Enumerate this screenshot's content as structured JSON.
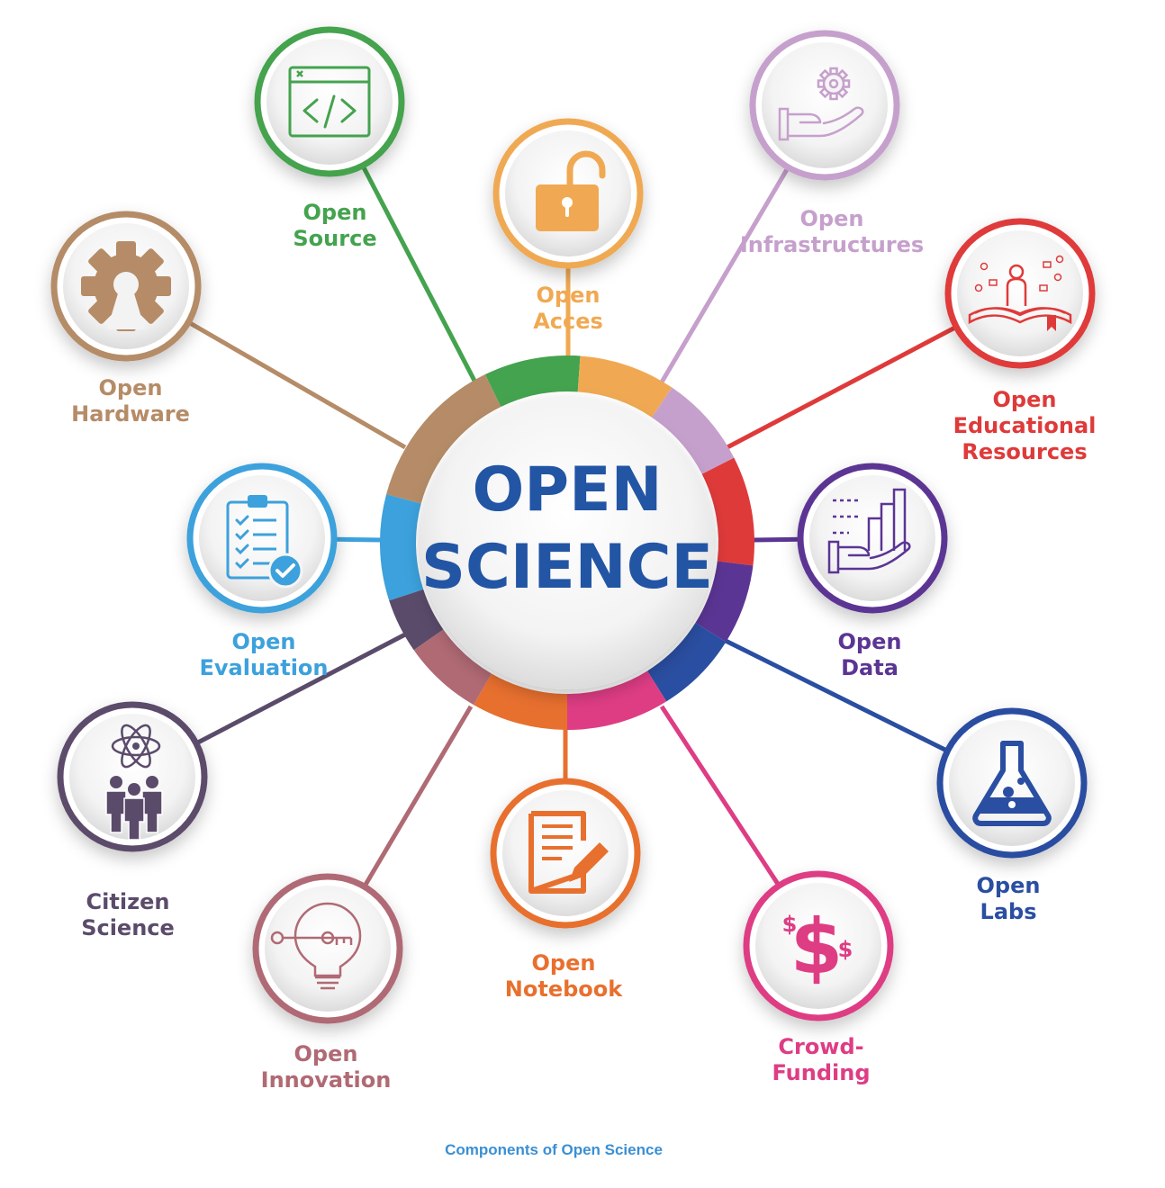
{
  "center": {
    "line1": "OPEN",
    "line2": "SCIENCE"
  },
  "caption": "Components of Open Science",
  "nodes": [
    {
      "id": "open-source",
      "lines": [
        "Open",
        "Source"
      ],
      "color": "#44a34e",
      "icon": "code-window-icon"
    },
    {
      "id": "open-access",
      "lines": [
        "Open",
        "Acces"
      ],
      "color": "#f0a952",
      "icon": "unlocked-padlock-icon"
    },
    {
      "id": "open-infrastructures",
      "lines": [
        "Open",
        "Infrastructures"
      ],
      "color": "#c6a0cc",
      "icon": "gear-in-hand-icon"
    },
    {
      "id": "open-educational-resources",
      "lines": [
        "Open",
        "Educational",
        "Resources"
      ],
      "color": "#df3a3a",
      "icon": "reader-on-book-icon"
    },
    {
      "id": "open-data",
      "lines": [
        "Open",
        "Data"
      ],
      "color": "#5b3594",
      "icon": "data-chart-hand-icon"
    },
    {
      "id": "open-labs",
      "lines": [
        "Open",
        "Labs"
      ],
      "color": "#2a4ea1",
      "icon": "flask-icon"
    },
    {
      "id": "crowd-funding",
      "lines": [
        "Crowd-",
        "Funding"
      ],
      "color": "#de3d84",
      "icon": "dollar-icon"
    },
    {
      "id": "open-notebook",
      "lines": [
        "Open",
        "Notebook"
      ],
      "color": "#e8702f",
      "icon": "notebook-pen-icon"
    },
    {
      "id": "open-innovation",
      "lines": [
        "Open",
        "Innovation"
      ],
      "color": "#b06a74",
      "icon": "lightbulb-key-icon"
    },
    {
      "id": "citizen-science",
      "lines": [
        "Citizen",
        "Science"
      ],
      "color": "#5b4b6b",
      "icon": "people-atom-icon"
    },
    {
      "id": "open-evaluation",
      "lines": [
        "Open",
        "Evaluation"
      ],
      "color": "#3ca1dc",
      "icon": "clipboard-check-icon"
    },
    {
      "id": "open-hardware",
      "lines": [
        "Open",
        "Hardware"
      ],
      "color": "#b58c67",
      "icon": "open-hardware-gear-icon"
    }
  ]
}
